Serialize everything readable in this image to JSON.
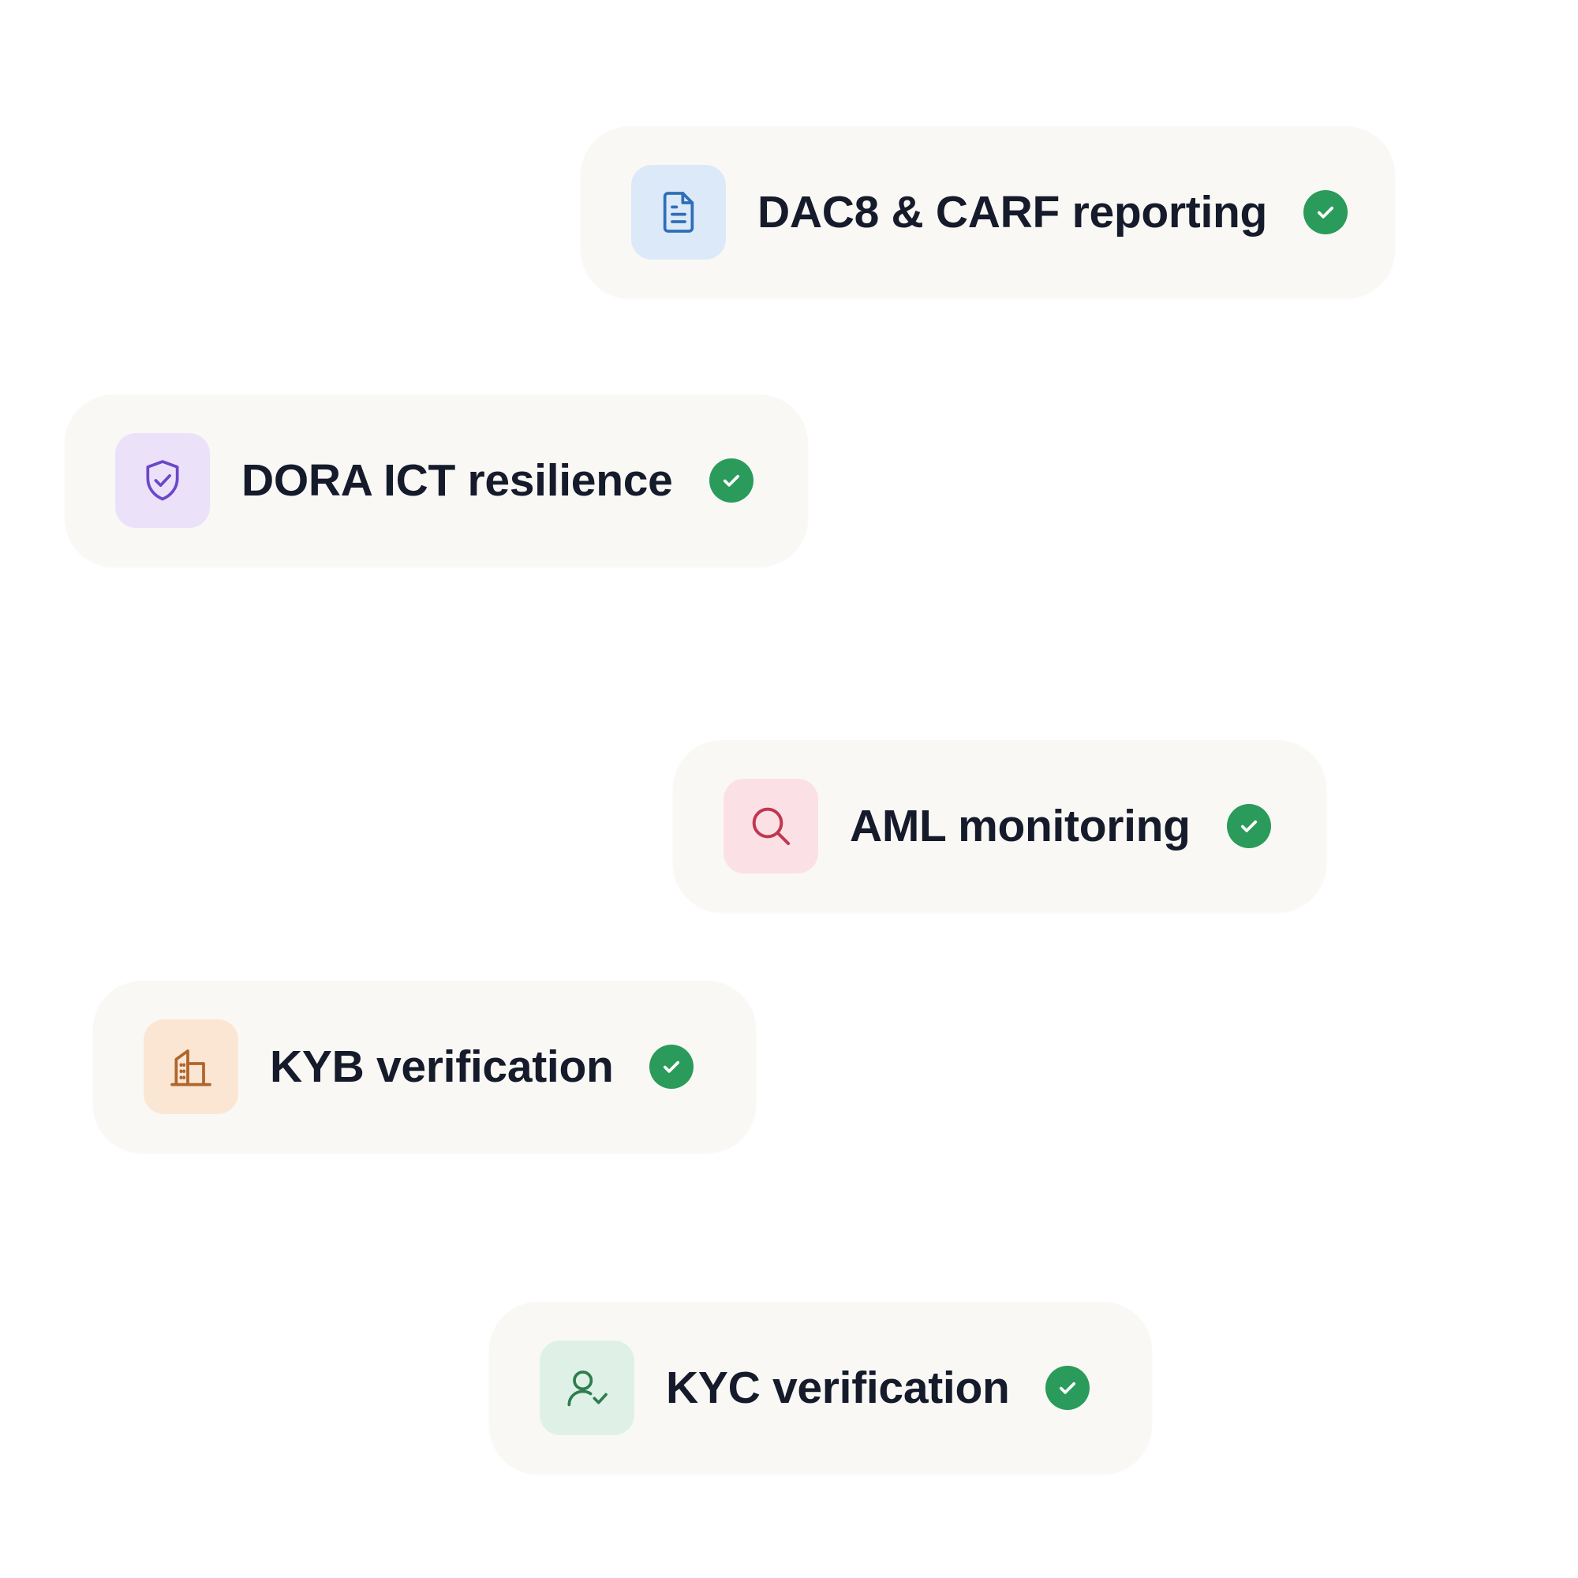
{
  "items": [
    {
      "label": "DAC8 & CARF reporting",
      "icon": "document-icon",
      "tile_color": "#dce9f8",
      "icon_color": "#2f6fb8",
      "status": "check-icon"
    },
    {
      "label": "DORA ICT resilience",
      "icon": "shield-check-icon",
      "tile_color": "#ebe2fa",
      "icon_color": "#6c47c9",
      "status": "check-icon"
    },
    {
      "label": "AML monitoring",
      "icon": "search-icon",
      "tile_color": "#fbe1e6",
      "icon_color": "#c0384f",
      "status": "check-icon"
    },
    {
      "label": "KYB verification",
      "icon": "building-icon",
      "tile_color": "#fbe6d4",
      "icon_color": "#b0652c",
      "status": "check-icon"
    },
    {
      "label": "KYC verification",
      "icon": "user-check-icon",
      "tile_color": "#dff1e6",
      "icon_color": "#2e7d4f",
      "status": "check-icon"
    }
  ],
  "check_color": "#2a9b5a"
}
